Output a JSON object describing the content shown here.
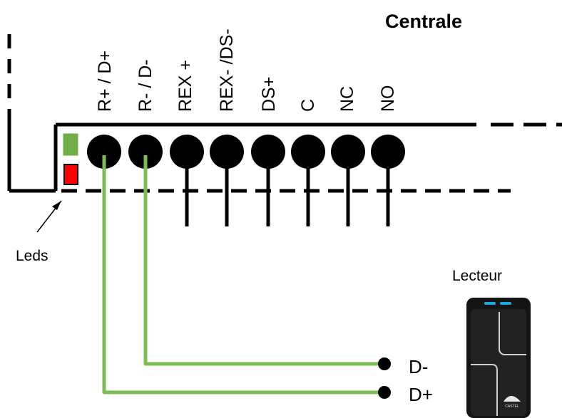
{
  "title": "Centrale",
  "terminals": [
    {
      "label": "R+ / D+"
    },
    {
      "label": "R- / D-"
    },
    {
      "label": "REX +"
    },
    {
      "label": "REX- /DS-"
    },
    {
      "label": "DS+"
    },
    {
      "label": "C"
    },
    {
      "label": "NC"
    },
    {
      "label": "NO"
    }
  ],
  "leds_label": "Leds",
  "reader": {
    "label": "Lecteur",
    "brand": "CASTEL",
    "pins": [
      {
        "label": "D-"
      },
      {
        "label": "D+"
      }
    ]
  },
  "colors": {
    "wire": "#7dbd55",
    "led_green": "#70ad47",
    "led_red": "#ff0000",
    "reader_accent": "#1ea8e0"
  }
}
